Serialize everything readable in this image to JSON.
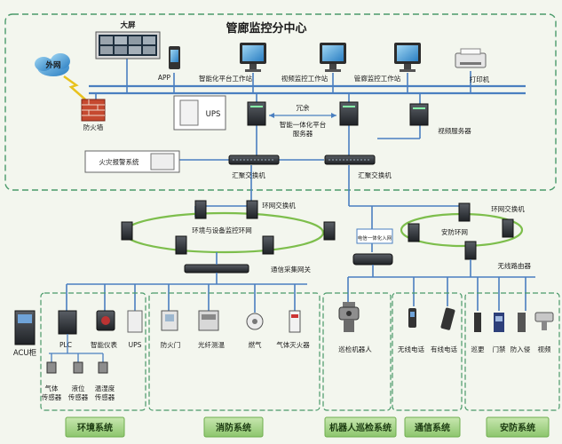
{
  "center": {
    "title": "管廊监控分中心"
  },
  "top_devices": {
    "screen": "大屏",
    "internet": "外网",
    "app": "APP",
    "firewall": "防火墙",
    "ws_intelligent": "智能化平台工作站",
    "ws_video": "视频监控工作站",
    "ws_pipe": "管廊监控工作站",
    "printer": "打印机",
    "ups": "UPS",
    "redundant": "冗余",
    "server_line1": "智能一体化平台",
    "server_line2": "服务器",
    "video_server": "视频服务器",
    "fire_alarm": "火灾报警系统",
    "switch_left": "汇聚交换机",
    "switch_right": "汇聚交换机"
  },
  "rings": {
    "ring_switch_left": "环网交换机",
    "ring_left": "环境与设备监控环网",
    "ring_switch_right": "环网交换机",
    "ring_right": "安防环网",
    "gateway": "通信采集网关",
    "router": "无线路由器",
    "router_small": "电信一体化入网"
  },
  "field_devices": {
    "acu": "ACU柜",
    "plc": "PLC",
    "meter": "智能仪表",
    "ups": "UPS",
    "fire_door": "防火门",
    "fiber_temp": "光纤测温",
    "gas": "燃气",
    "extinguisher": "气体灭火器",
    "robot": "巡检机器人",
    "wireless_phone": "无线电话",
    "wired_phone": "有线电话",
    "patrol": "巡更",
    "access": "门禁",
    "intrusion": "防入侵",
    "video": "视频",
    "sensor_gas_1": "气体",
    "sensor_gas_2": "传感器",
    "sensor_level_1": "液位",
    "sensor_level_2": "传感器",
    "sensor_temp_1": "温湿度",
    "sensor_temp_2": "传感器"
  },
  "systems": [
    "环境系统",
    "消防系统",
    "机器人巡检系统",
    "通信系统",
    "安防系统"
  ],
  "colors": {
    "dash_border": "#4a9a6a",
    "bus": "#4a7fc0",
    "ring": "#7dbe4c",
    "tab_bg": "#aed693",
    "tab_border": "#6fae4f"
  }
}
